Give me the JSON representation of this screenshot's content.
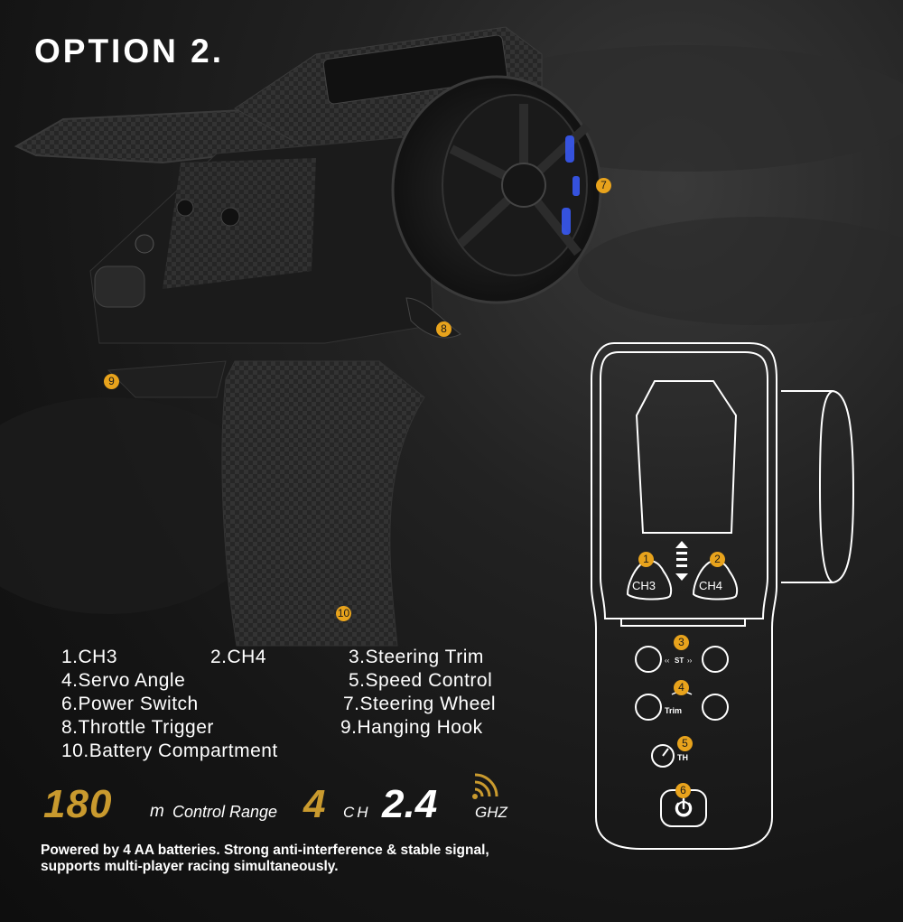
{
  "title": "OPTION 2.",
  "callouts": {
    "photo": [
      "7",
      "8",
      "9",
      "10"
    ],
    "diagram": [
      "1",
      "2",
      "3",
      "4",
      "5",
      "6"
    ]
  },
  "diagram": {
    "ch3_label": "CH3",
    "ch4_label": "CH4",
    "st_label": "ST",
    "trim_label": "Trim",
    "th_label": "TH"
  },
  "features": [
    "1.CH3",
    "2.CH4",
    "3.Steering Trim",
    "4.Servo Angle",
    "5.Speed Control",
    "6.Power Switch",
    "7.Steering Wheel",
    "8.Throttle Trigger",
    "9.Hanging Hook",
    "10.Battery Compartment"
  ],
  "spec": {
    "range_value": "180",
    "range_unit": "m",
    "range_text": "Control Range",
    "channels_value": "4",
    "channels_unit": "CH",
    "freq_value": "2.4",
    "freq_unit": "GHZ",
    "accent_color": "#c99a2e"
  },
  "description": "Powered by 4 AA batteries. Strong anti-interference & stable signal, supports multi-player racing simultaneously."
}
